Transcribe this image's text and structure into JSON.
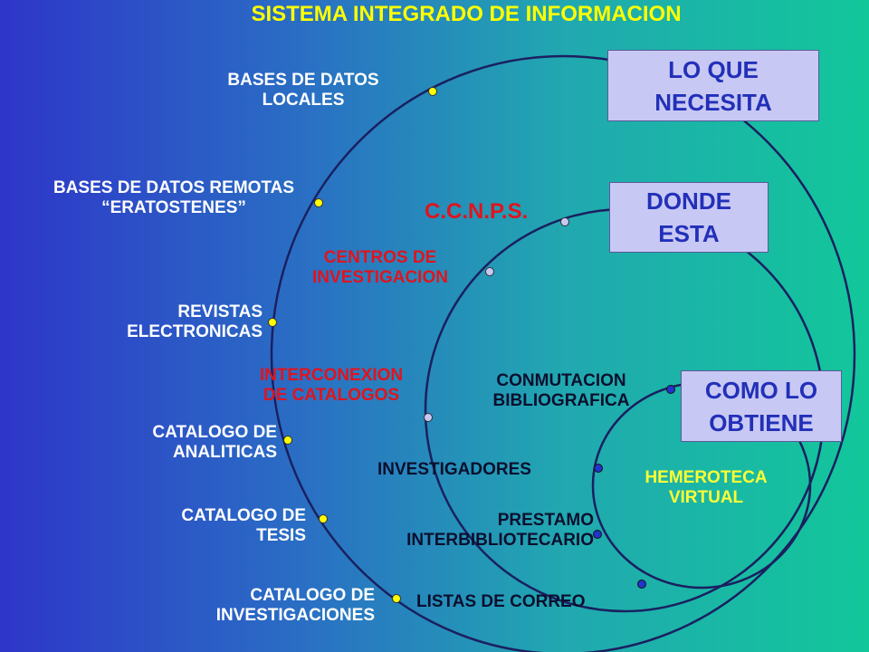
{
  "title": "SISTEMA INTEGRADO DE INFORMACION",
  "boxes": {
    "lo_que_necesita": [
      "LO QUE",
      "NECESITA"
    ],
    "donde_esta": [
      "DONDE",
      "ESTA"
    ],
    "como_lo_obtiene": [
      "COMO LO",
      "OBTIENE"
    ]
  },
  "outer_ring": {
    "bases_locales": [
      "BASES DE DATOS",
      "LOCALES"
    ],
    "bases_remotas": [
      "BASES DE DATOS REMOTAS",
      "“ERATOSTENES”"
    ],
    "revistas": [
      "REVISTAS",
      "ELECTRONICAS"
    ],
    "analiticas": [
      "CATALOGO DE",
      "ANALITICAS"
    ],
    "tesis": [
      "CATALOGO DE",
      "TESIS"
    ],
    "investigaciones": [
      "CATALOGO DE",
      "INVESTIGACIONES"
    ]
  },
  "middle_ring": {
    "ccnps": "C.C.N.P.S.",
    "centros": [
      "CENTROS DE",
      "INVESTIGACION"
    ],
    "interconexion": [
      "INTERCONEXION",
      "DE CATALOGOS"
    ],
    "listas": "LISTAS DE CORREO"
  },
  "inner_ring": {
    "conmutacion": [
      "CONMUTACION",
      "BIBLIOGRAFICA"
    ],
    "investigadores": "INVESTIGADORES",
    "prestamo": [
      "PRESTAMO",
      "INTERBIBLIOTECARIO"
    ],
    "hemeroteca": [
      "HEMEROTECA",
      "VIRTUAL"
    ]
  },
  "colors": {
    "title": "#ffff00",
    "ring_stroke": "#1a2060",
    "outer_dot": "#ffff00",
    "middle_dot": "#c8c8f4",
    "inner_dot": "#2233cc",
    "red_label": "#e0141e",
    "box_fill": "#c8c8f4",
    "box_text": "#2230b8"
  }
}
